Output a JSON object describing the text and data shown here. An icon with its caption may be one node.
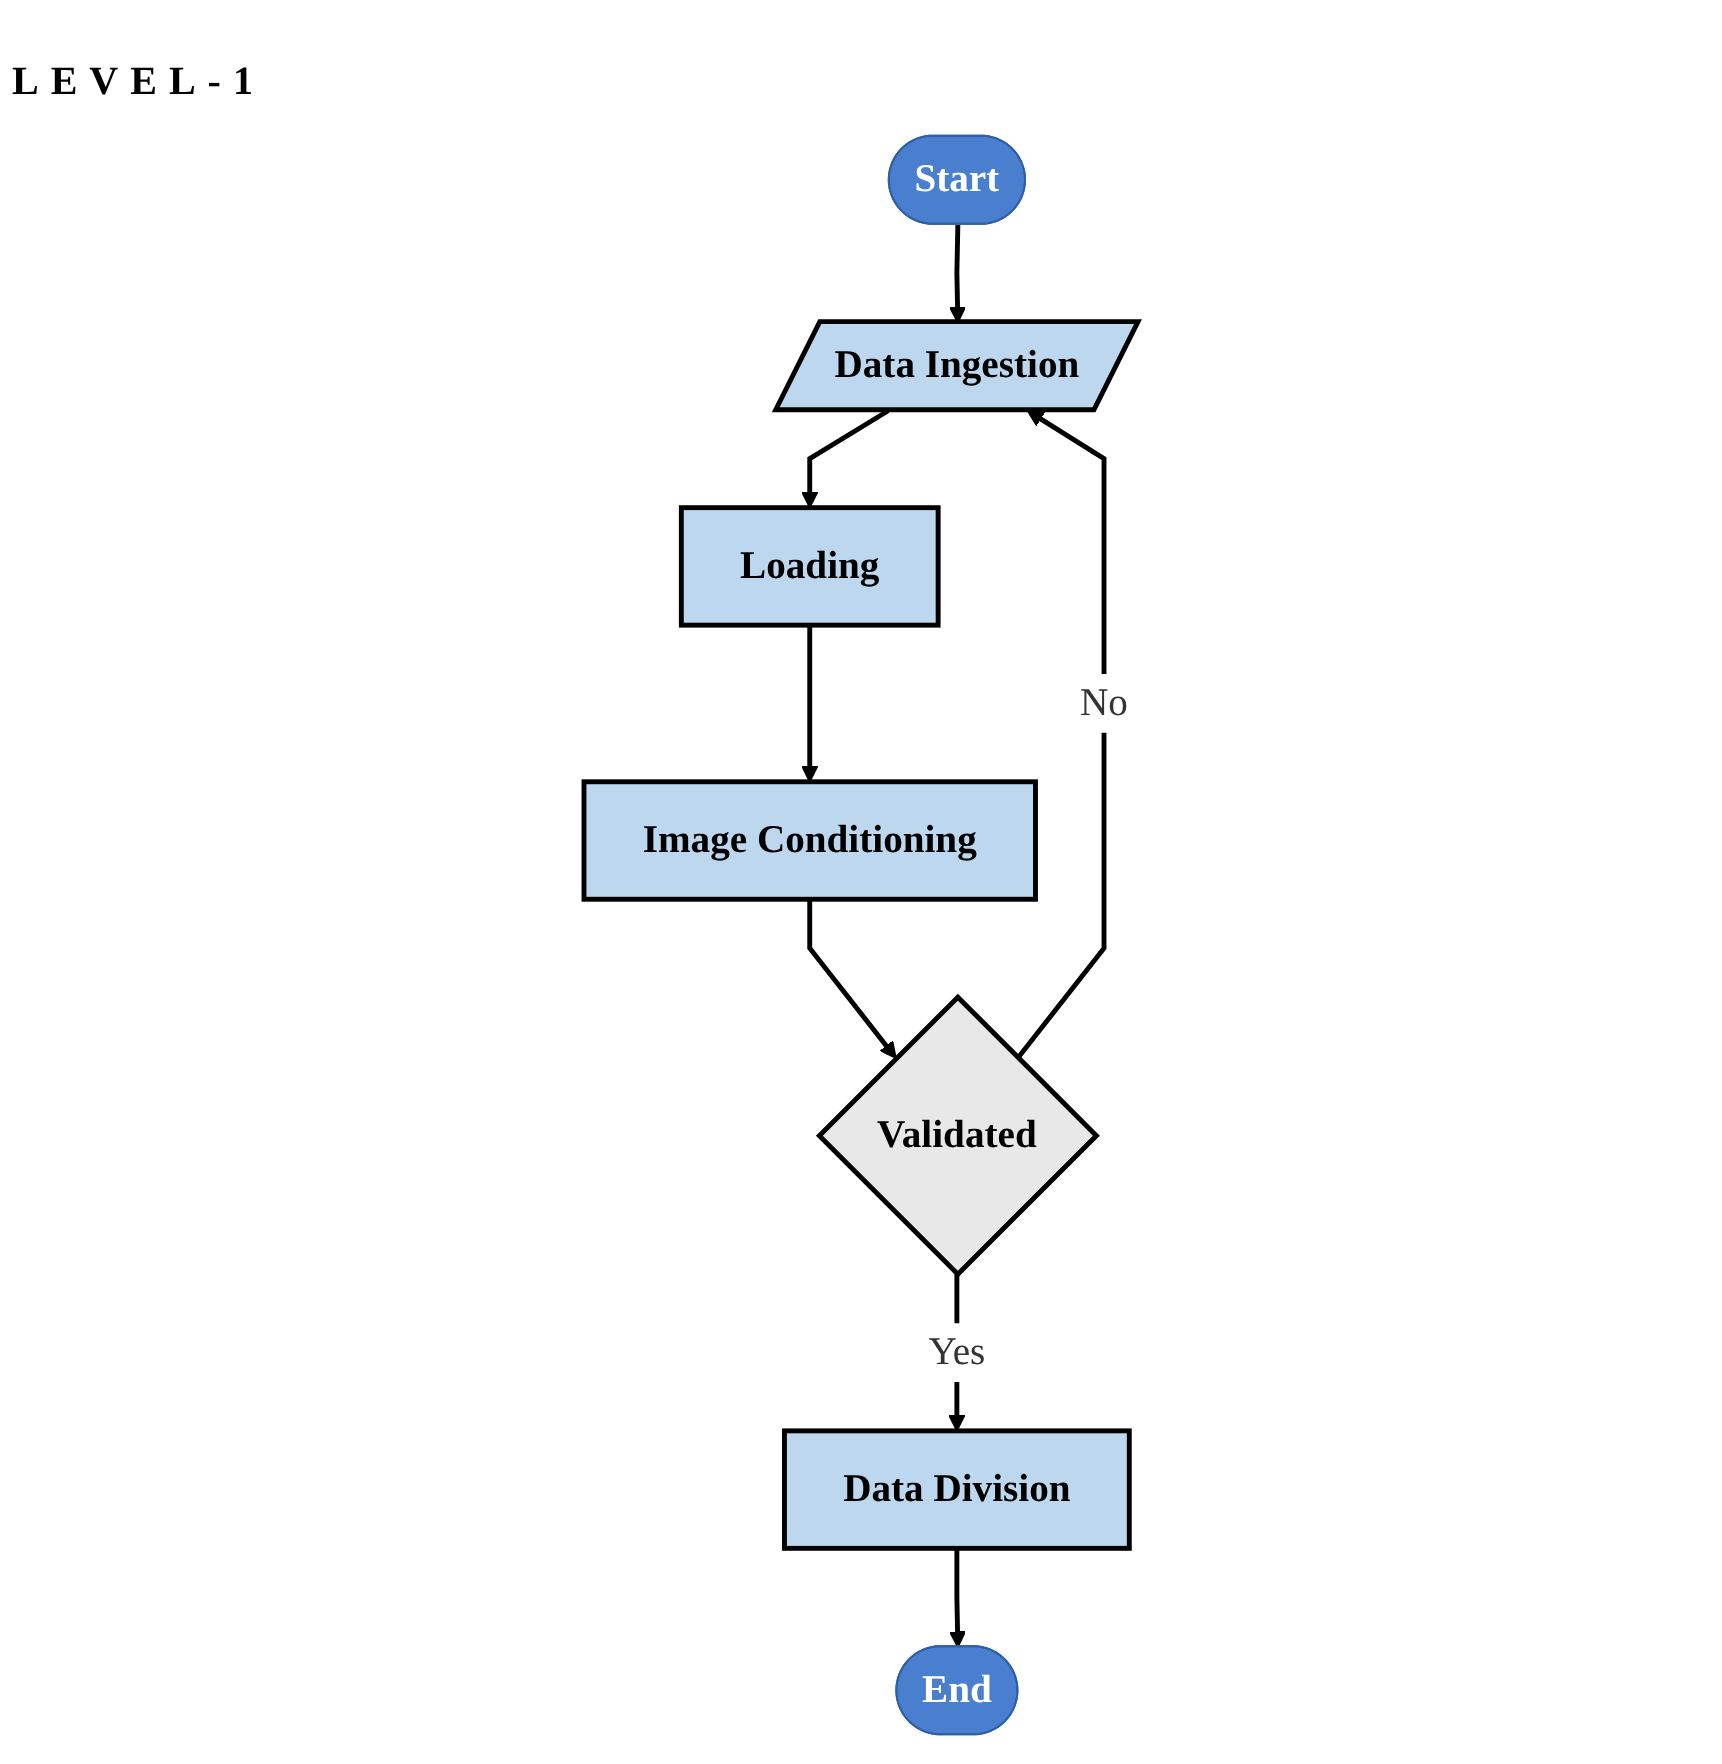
{
  "diagram": {
    "title": "LEVEL-1",
    "nodes": [
      {
        "text": [
          "Start"
        ]
      },
      {
        "text": [
          "Data Ingestion"
        ]
      },
      {
        "text": [
          "Loading"
        ]
      },
      {
        "text": [
          "Image Conditioning"
        ]
      },
      {
        "text": [
          "Validated"
        ]
      },
      {
        "text": [
          "Data Division"
        ]
      },
      {
        "text": [
          "End"
        ]
      }
    ],
    "edges": [
      {
        "from": 0,
        "to": 1,
        "arrow": "to"
      },
      {
        "from": 1,
        "to": 2,
        "arrow": "to"
      },
      {
        "from": 2,
        "to": 3,
        "arrow": "to"
      },
      {
        "from": 3,
        "to": 4,
        "arrow": "to"
      },
      {
        "from": 4,
        "to": 1,
        "label": "No",
        "arrow": "to"
      },
      {
        "from": 4,
        "to": 5,
        "label": "Yes",
        "arrow": "to"
      },
      {
        "from": 5,
        "to": 6,
        "arrow": "to"
      }
    ]
  }
}
